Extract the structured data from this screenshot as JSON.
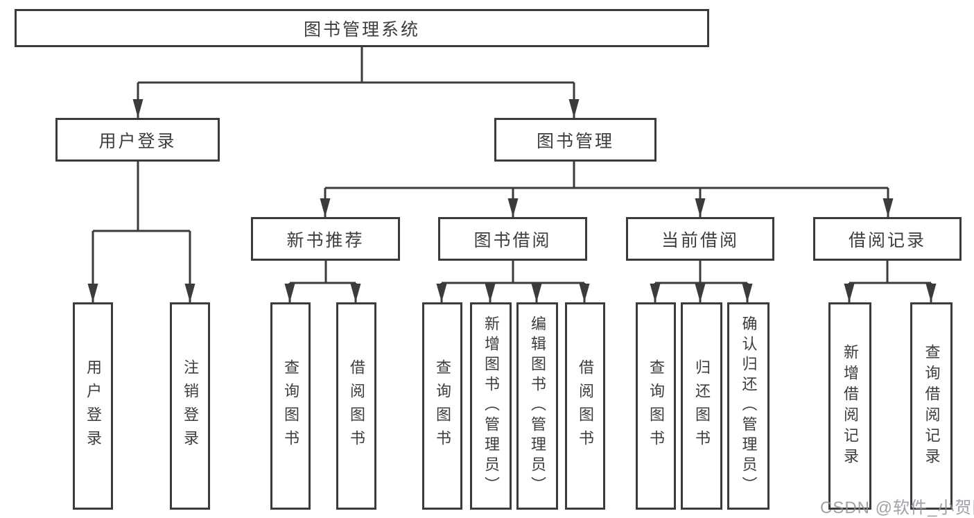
{
  "diagram": {
    "root": {
      "label": "图书管理系统"
    },
    "branches": [
      {
        "label": "用户登录",
        "children": [
          {
            "label": "用户登录"
          },
          {
            "label": "注销登录"
          }
        ]
      },
      {
        "label": "图书管理",
        "modules": [
          {
            "label": "新书推荐",
            "children": [
              {
                "label": "查询图书"
              },
              {
                "label": "借阅图书"
              }
            ]
          },
          {
            "label": "图书借阅",
            "children": [
              {
                "label": "查询图书"
              },
              {
                "label": "新增图书（管理员）"
              },
              {
                "label": "编辑图书（管理员）"
              },
              {
                "label": "借阅图书"
              }
            ]
          },
          {
            "label": "当前借阅",
            "children": [
              {
                "label": "查询图书"
              },
              {
                "label": "归还图书"
              },
              {
                "label": "确认归还（管理员）"
              }
            ]
          },
          {
            "label": "借阅记录",
            "children": [
              {
                "label": "新增借阅记录"
              },
              {
                "label": "查询借阅记录"
              }
            ]
          }
        ]
      }
    ]
  },
  "watermark": {
    "text": "CSDN @软件_小贺同学"
  },
  "colors": {
    "line": "#3b3b3b",
    "text": "#3d3d3d",
    "background": "#ffffff",
    "watermark": "#8d9299"
  }
}
